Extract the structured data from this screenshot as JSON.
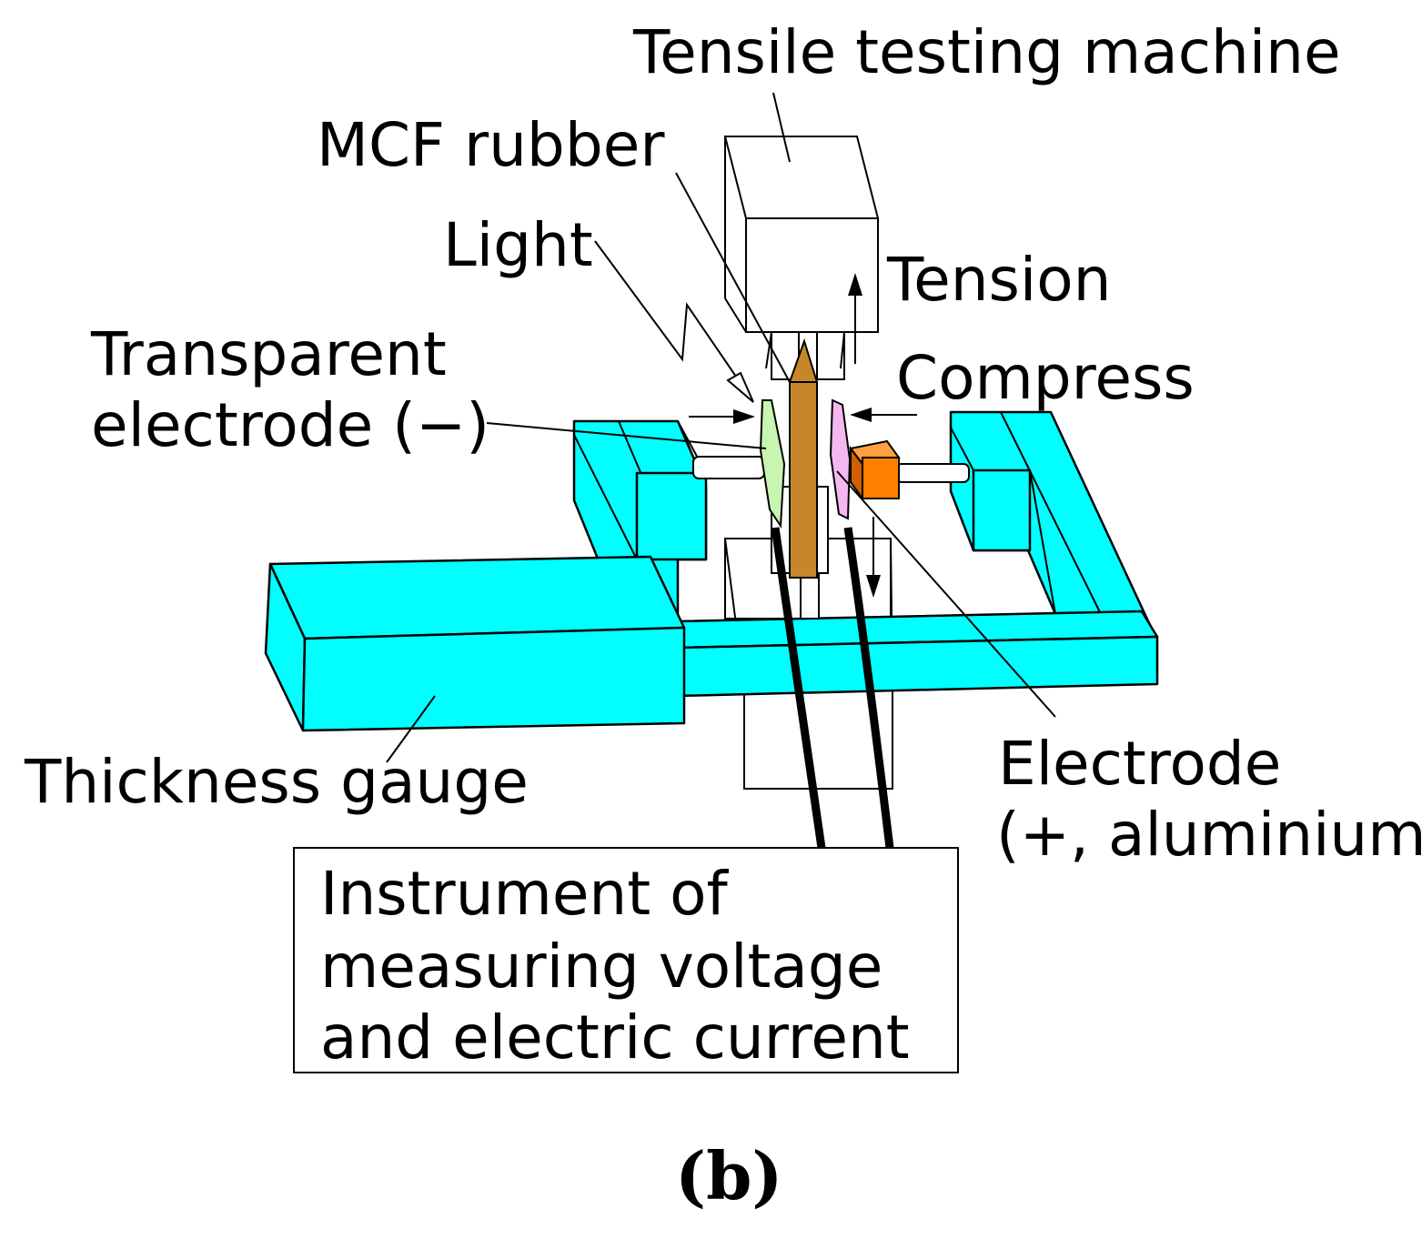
{
  "labels": {
    "tensile_machine": "Tensile testing machine",
    "mcf_rubber": "MCF rubber",
    "light": "Light",
    "tension": "Tension",
    "transparent_electrode_line1": "Transparent",
    "transparent_electrode_line2": "electrode (−)",
    "compress": "Compress",
    "thickness_gauge": "Thickness gauge",
    "electrode_line1": "Electrode",
    "electrode_line2": "(+, aluminium)",
    "instrument_line1": "Instrument of",
    "instrument_line2": "measuring voltage",
    "instrument_line3": "and electric current",
    "caption": "(b)"
  },
  "colors": {
    "frame": "#00ffff",
    "mcf_rubber": "#c8862a",
    "transparent_electrode": "#c8f5b0",
    "aluminium_electrode": "#f4b8f0",
    "compressor_block": "#ff8000",
    "outline": "#000000"
  }
}
